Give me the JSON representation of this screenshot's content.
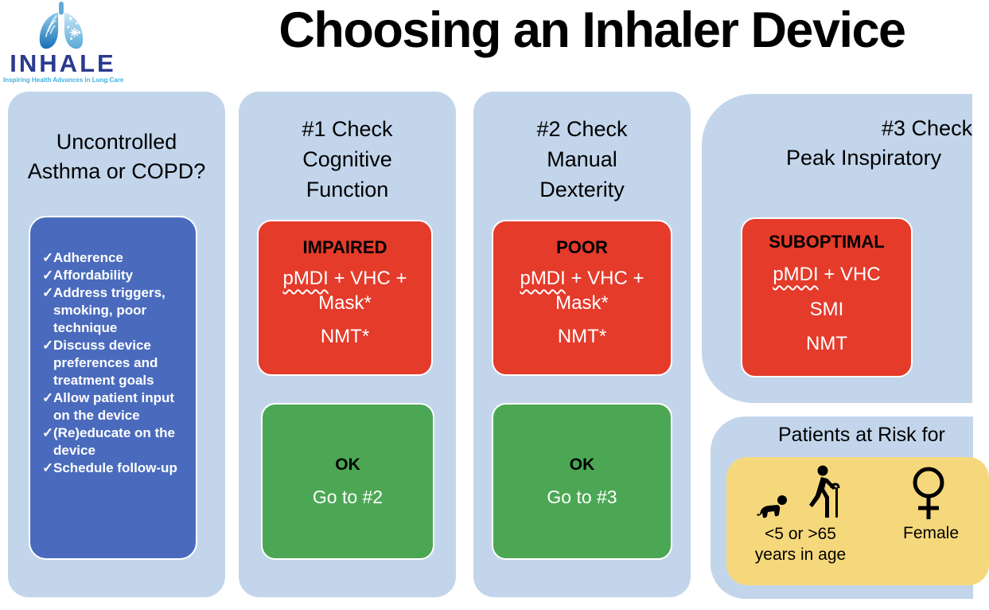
{
  "logo": {
    "name": "INHALE",
    "tagline": "Inspiring Health Advances in Lung Care"
  },
  "title": "Choosing an Inhaler Device",
  "glyphs": {
    "check": "✓"
  },
  "colors": {
    "panel_blue": "#c2d5eb",
    "checklist_blue": "#4a6bbd",
    "status_red": "#e43b2b",
    "status_green": "#4ca754",
    "risk_yellow": "#f6d87c",
    "logo_navy": "#2b3a8f",
    "logo_cyan": "#41b1e1"
  },
  "columns": [
    {
      "header_lines": [
        "Uncontrolled",
        "Asthma or COPD?"
      ],
      "checklist": [
        "Adherence",
        "Affordability",
        "Address triggers, smoking, poor technique",
        "Discuss device preferences and treatment goals",
        "Allow patient input on the device",
        "(Re)educate on the device",
        "Schedule follow-up"
      ]
    },
    {
      "header_lines": [
        "#1 Check",
        "Cognitive",
        "Function"
      ],
      "impaired": {
        "status": "IMPAIRED",
        "device_word": "pMDI",
        "device_rest": " + VHC + Mask*",
        "device_alt": "NMT*"
      },
      "ok": {
        "status": "OK",
        "action": "Go to #2"
      }
    },
    {
      "header_lines": [
        "#2 Check",
        "Manual",
        "Dexterity"
      ],
      "impaired": {
        "status": "POOR",
        "device_word": "pMDI",
        "device_rest": " + VHC + Mask*",
        "device_alt": "NMT*"
      },
      "ok": {
        "status": "OK",
        "action": "Go to #3"
      }
    },
    {
      "header_lines": [
        "#3 Check",
        "Peak Inspiratory"
      ],
      "impaired": {
        "status": "SUBOPTIMAL",
        "device_word": "pMDI",
        "device_rest": " + VHC",
        "line2": "SMI",
        "line3": "NMT"
      }
    }
  ],
  "risk_panel": {
    "header": "Patients at Risk for",
    "age_label_lines": [
      "<5 or >65",
      "years in age"
    ],
    "female_label": "Female"
  }
}
